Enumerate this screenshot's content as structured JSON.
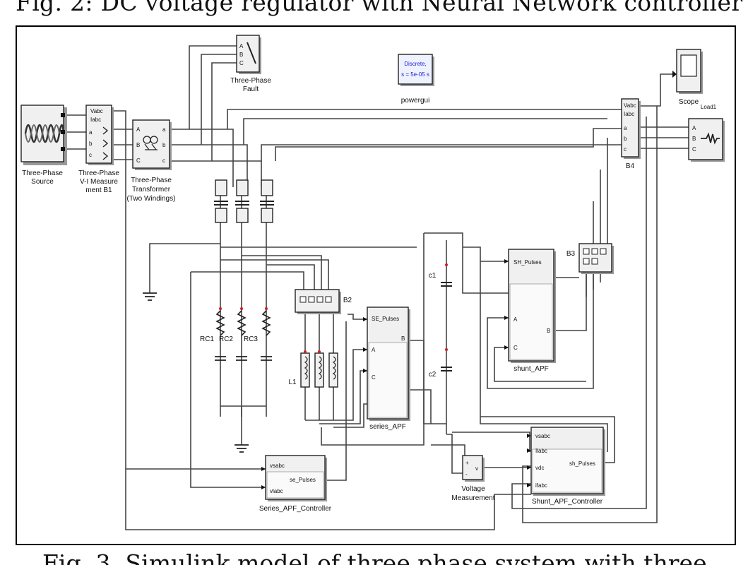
{
  "caption_top": "Fig. 2: DC voltage regulator with Neural Network controller",
  "caption_bottom": "Fig. 3. Simulink model of three phase system with three",
  "blocks": {
    "source": {
      "label1": "Three-Phase",
      "label2": "Source"
    },
    "vi_measure": {
      "label1": "Three-Phase",
      "label2": "V-I Measure",
      "label3": "ment B1",
      "ports": [
        "Vabc",
        "Iabc",
        "a",
        "b",
        "c"
      ]
    },
    "transformer": {
      "label1": "Three-Phase",
      "label2": "Transformer",
      "label3": "(Two Windings)",
      "ports": [
        "A",
        "B",
        "C",
        "a",
        "b",
        "c"
      ]
    },
    "fault": {
      "label1": "Three-Phase",
      "label2": "Fault",
      "ports": [
        "A",
        "B",
        "C"
      ]
    },
    "powergui": {
      "line1": "Discrete,",
      "line2": "s = 5e-05 s",
      "label": "powergui"
    },
    "scope": {
      "label": "Scope",
      "load_label": "Load1"
    },
    "b4": {
      "label": "B4",
      "ports": [
        "Vabc",
        "Iabc",
        "a",
        "b",
        "c"
      ]
    },
    "load": {
      "ports": [
        "A",
        "B",
        "C"
      ]
    },
    "b3": {
      "label": "B3"
    },
    "b2": {
      "label": "B2"
    },
    "rc": {
      "rc1": "RC1",
      "rc2": "RC2",
      "rc3": "RC3"
    },
    "l1": {
      "label": "L1"
    },
    "c1": {
      "label": "c1"
    },
    "c2": {
      "label": "c2"
    },
    "series_apf": {
      "label": "series_APF",
      "in_pulses": "SE_Pulses",
      "p_a": "A",
      "p_c": "C",
      "out": "B"
    },
    "shunt_apf": {
      "label": "shunt_APF",
      "in_pulses": "SH_Pulses",
      "p_a": "A",
      "p_c": "C",
      "out": "B"
    },
    "voltage_measurement": {
      "label1": "Voltage",
      "label2": "Measurement",
      "port_plus": "+",
      "port_minus": "-",
      "port_v": "v"
    },
    "series_ctrl": {
      "label": "Series_APF_Controller",
      "in1": "vsabc",
      "in2": "vlabc",
      "out": "se_Pulses"
    },
    "shunt_ctrl": {
      "label": "Shunt_APF_Controller",
      "in1": "vsabc",
      "in2": "Ilabc",
      "in3": "vdc",
      "in4": "ifabc",
      "out": "sh_Pulses"
    }
  },
  "colors": {
    "wire": "#444444",
    "block_fill": "#f0f0f0",
    "powergui_text": "#2222cc",
    "accent_red": "#cc2222"
  }
}
